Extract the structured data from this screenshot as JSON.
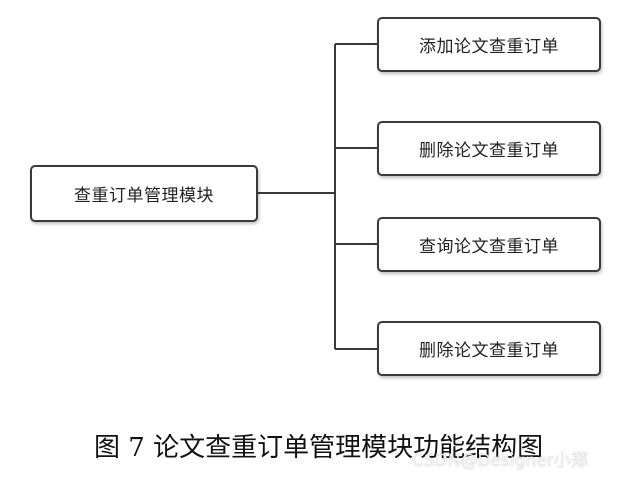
{
  "diagram": {
    "root": {
      "label": "查重订单管理模块"
    },
    "children": [
      {
        "label": "添加论文查重订单"
      },
      {
        "label": "删除论文查重订单"
      },
      {
        "label": "查询论文查重订单"
      },
      {
        "label": "删除论文查重订单"
      }
    ]
  },
  "caption": "图 7 论文查重订单管理模块功能结构图",
  "watermark": "CSDN@Designer小郑"
}
